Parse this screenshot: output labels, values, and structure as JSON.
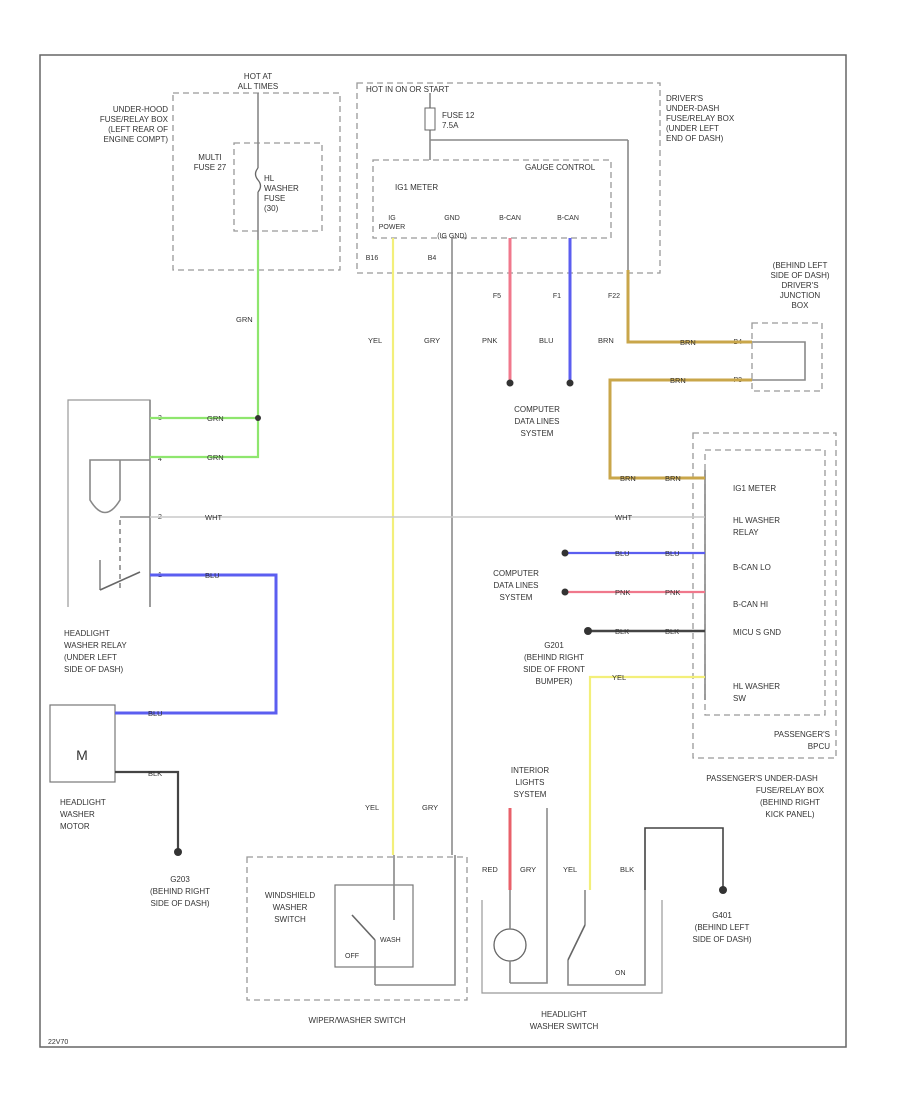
{
  "labels": {
    "hot_at_all_times": [
      "HOT AT",
      "ALL TIMES"
    ],
    "hot_run_start": "HOT IN ON OR START",
    "under_hood_box": [
      "UNDER-HOOD",
      "FUSE/RELAY BOX",
      "(LEFT REAR OF",
      "ENGINE COMPT)"
    ],
    "multi_fuse": [
      "MULTI",
      "FUSE 27"
    ],
    "hl_washer_fuse": [
      "HL",
      "WASHER",
      "FUSE",
      "(30)"
    ],
    "fuse_12": [
      "FUSE 12",
      "7.5A"
    ],
    "drivers_box": [
      "DRIVER'S",
      "UNDER-DASH",
      "FUSE/RELAY BOX",
      "(UNDER LEFT",
      "END OF DASH)"
    ],
    "gauge_control": "GAUGE CONTROL",
    "ig1_meter": "IG1 METER",
    "meter_pins": {
      "ig_pwr": [
        "IG",
        "POWER"
      ],
      "gnd": [
        "GND",
        "(IG GND)"
      ],
      "bcan_h": "B-CAN",
      "bcan_l": "B-CAN"
    },
    "pin_b16": "B16",
    "pin_b4": "B4",
    "pin_f5": "F5",
    "pin_f1": "F1",
    "pin_f22": "F22",
    "computer_data_1": [
      "COMPUTER",
      "DATA LINES",
      "SYSTEM"
    ],
    "computer_data_2": [
      "COMPUTER",
      "DATA LINES",
      "SYSTEM"
    ],
    "drivers_junction": [
      "(BEHIND LEFT",
      "SIDE OF DASH)",
      "DRIVER'S",
      "JUNCTION",
      "BOX"
    ],
    "pin_b4r": "B4",
    "pin_p3": "P3",
    "headlight_washer_relay": [
      "HEADLIGHT",
      "WASHER RELAY",
      "(UNDER LEFT",
      "SIDE OF DASH)"
    ],
    "relay_pins": [
      "3",
      "4",
      "2",
      "1"
    ],
    "headlight_washer_motor": [
      "HEADLIGHT",
      "WASHER",
      "MOTOR"
    ],
    "g203": [
      "G203",
      "(BEHIND RIGHT",
      "SIDE OF DASH)"
    ],
    "g201": [
      "G201",
      "(BEHIND RIGHT",
      "SIDE OF FRONT",
      "BUMPER)"
    ],
    "g401": [
      "G401",
      "(BEHIND LEFT",
      "SIDE OF DASH)"
    ],
    "pcu_items": [
      "IG1 METER",
      "HL WASHER",
      "RELAY",
      "B-CAN LO",
      "B-CAN HI",
      "MICU S GND",
      "HL WASHER",
      "SW"
    ],
    "passengers_box_short": [
      "PASSENGER'S",
      "BPCU"
    ],
    "passengers_box": [
      "PASSENGER'S UNDER-DASH",
      "FUSE/RELAY BOX",
      "(BEHIND RIGHT",
      "KICK PANEL)"
    ],
    "interior_lights": [
      "INTERIOR",
      "LIGHTS",
      "SYSTEM"
    ],
    "windshield_switch": [
      "WINDSHIELD",
      "WASHER",
      "SWITCH"
    ],
    "wiper_washer_switch": "WIPER/WASHER SWITCH",
    "headlight_washer_switch": [
      "HEADLIGHT",
      "WASHER SWITCH"
    ],
    "off": "OFF",
    "wash": "WASH",
    "on": "ON",
    "footer_code": "22V70"
  },
  "wires": {
    "grn": "GRN",
    "yel": "YEL",
    "gry": "GRY",
    "pnk": "PNK",
    "blu": "BLU",
    "brn": "BRN",
    "wht": "WHT",
    "blk": "BLK",
    "red": "RED"
  },
  "colors": {
    "green": "#8ee66e",
    "yellow": "#f3ef7a",
    "pink": "#f0788c",
    "blue": "#5b5ef0",
    "brown": "#c9a64a",
    "white": "#c9c9c9",
    "black": "#444444",
    "red": "#e8606a",
    "gray": "#8c8c8c"
  }
}
